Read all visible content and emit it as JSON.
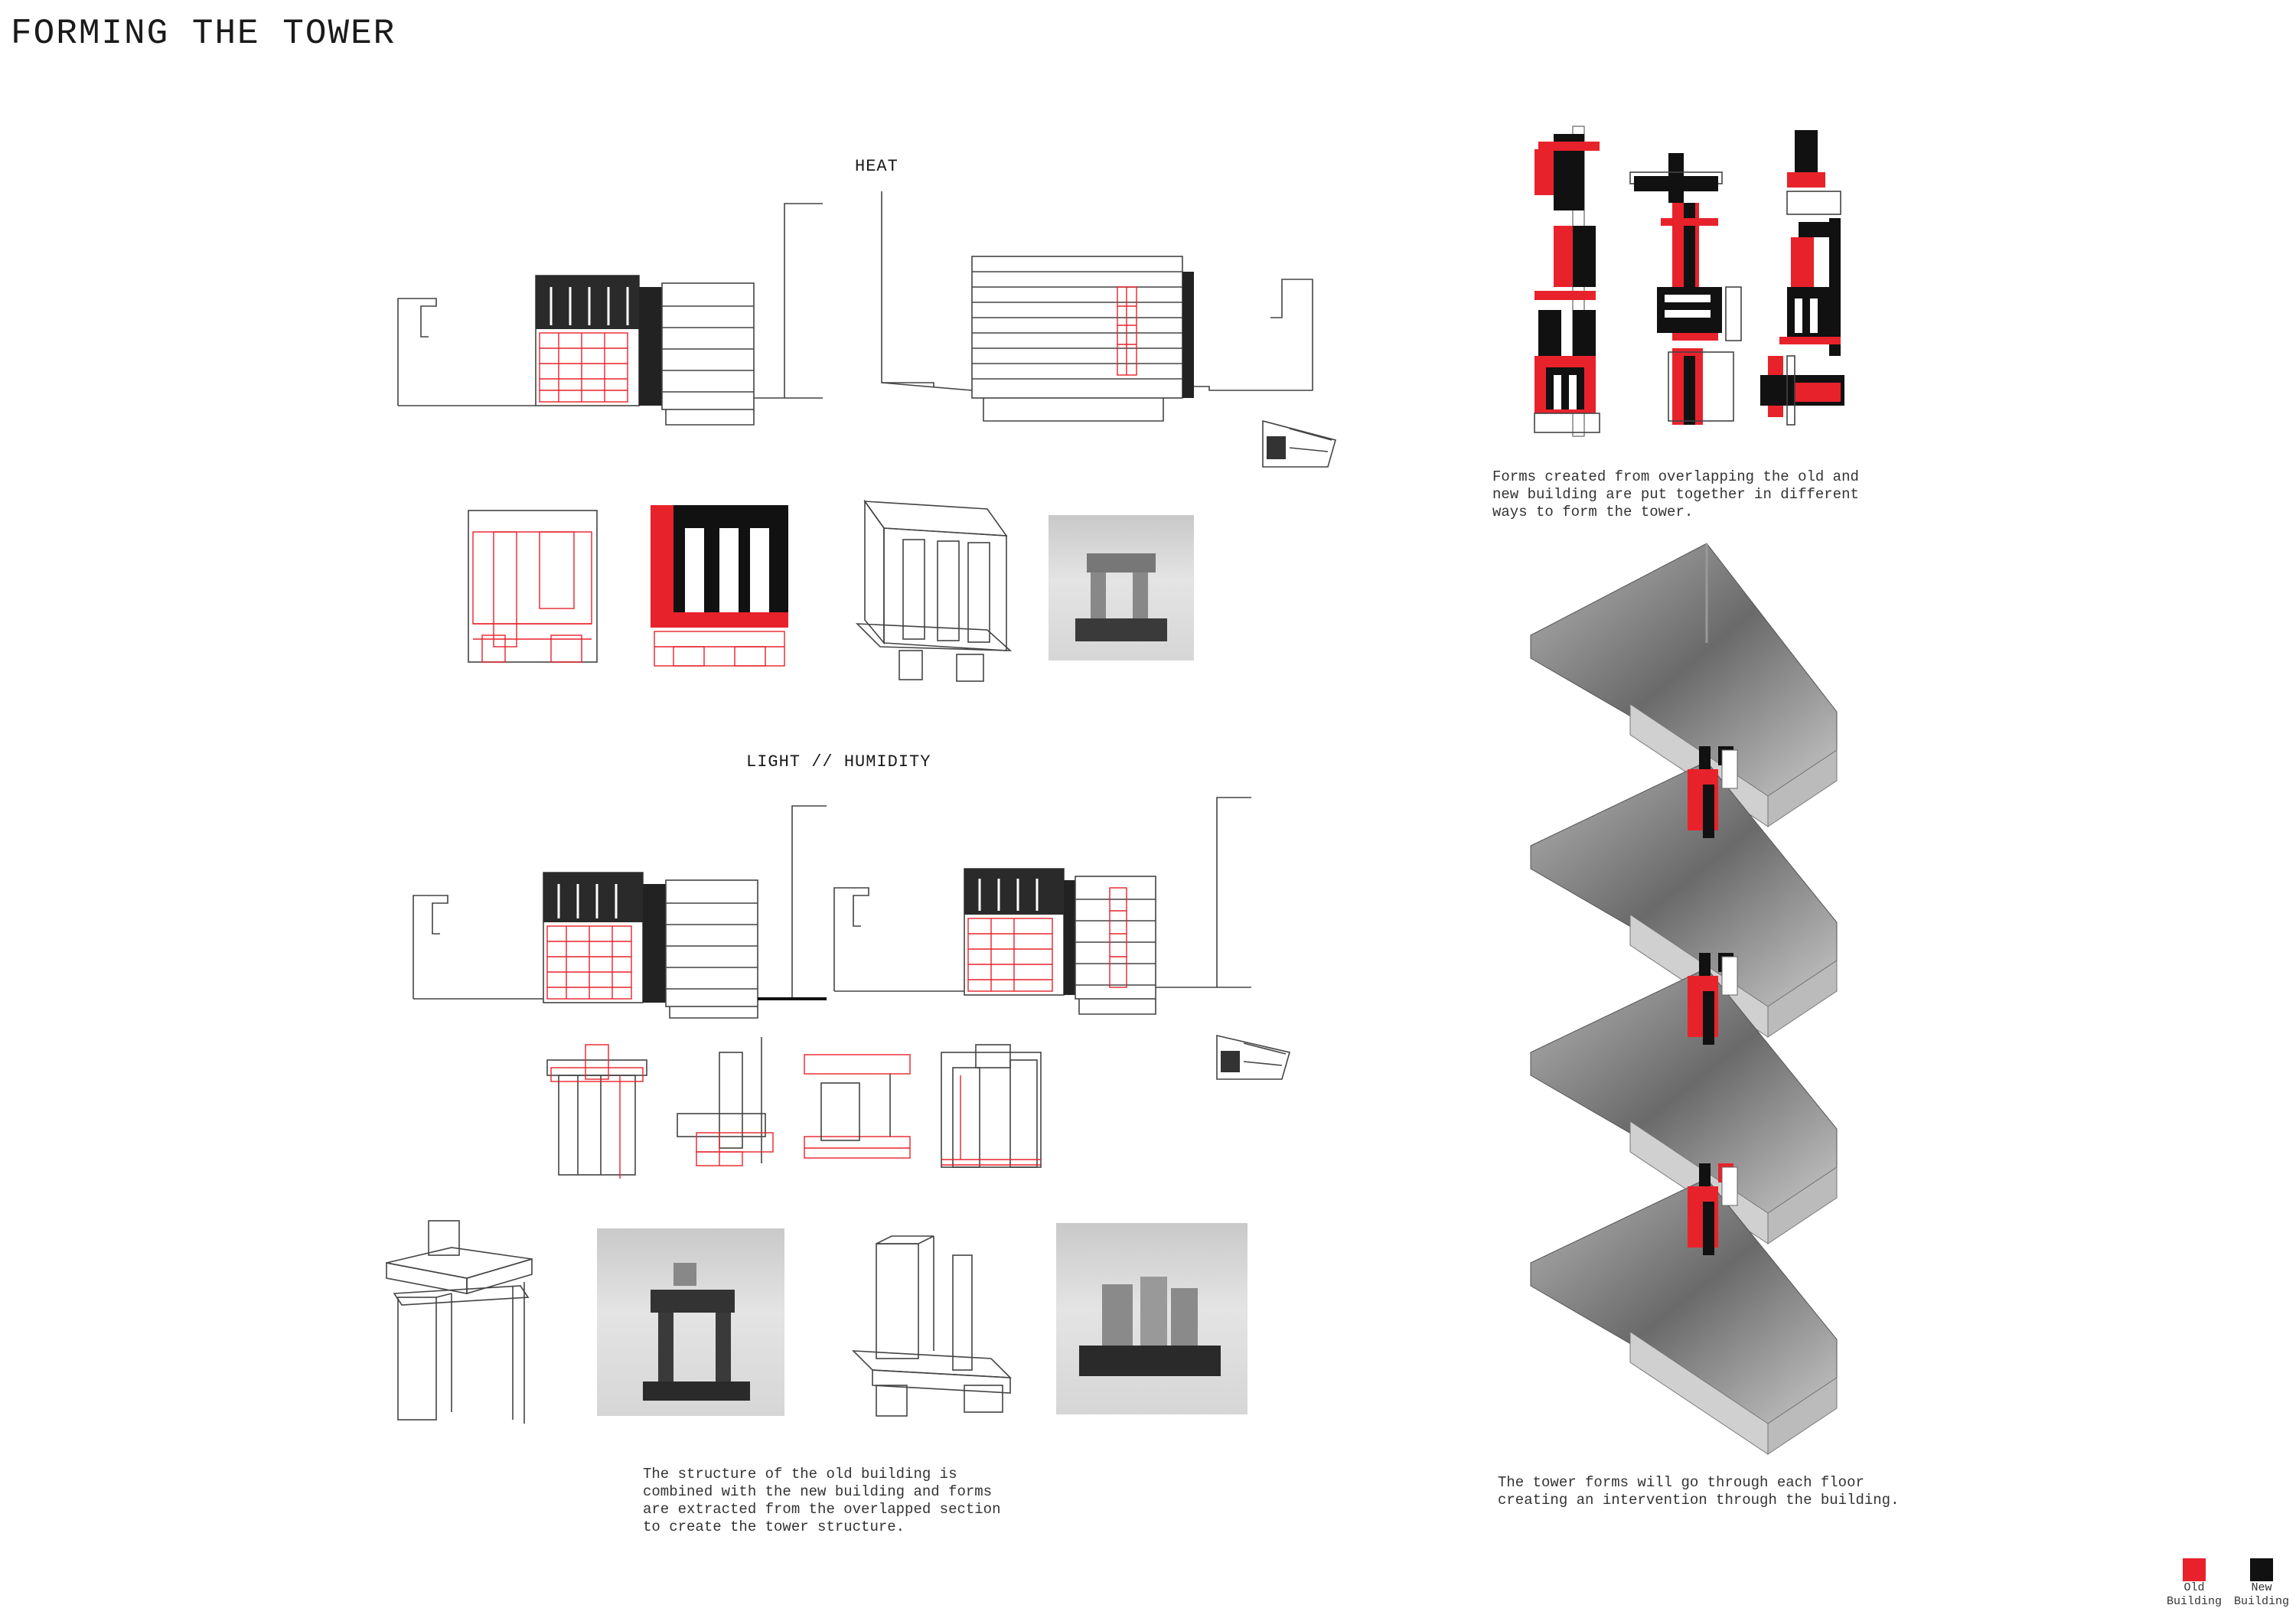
{
  "sheet": {
    "title": "FORMING THE TOWER"
  },
  "heat": {
    "label": "HEAT"
  },
  "light": {
    "label": "LIGHT // HUMIDITY"
  },
  "captions": {
    "forms": "Forms created from overlapping the old and\nnew building are put together in different\nways to form the tower.",
    "structure": "The structure of the old building is\ncombined with the new building and forms\nare extracted from the overlapped section\nto create the tower structure.",
    "tower": "The tower forms will go through each floor\ncreating an intervention through the building."
  },
  "legend": {
    "old": {
      "label": "Old\nBuilding",
      "color": "#e8222b"
    },
    "new": {
      "label": "New\nBuilding",
      "color": "#111111"
    }
  },
  "colors": {
    "old_building": "#e8222b",
    "new_building": "#111111",
    "line": "#444444"
  }
}
